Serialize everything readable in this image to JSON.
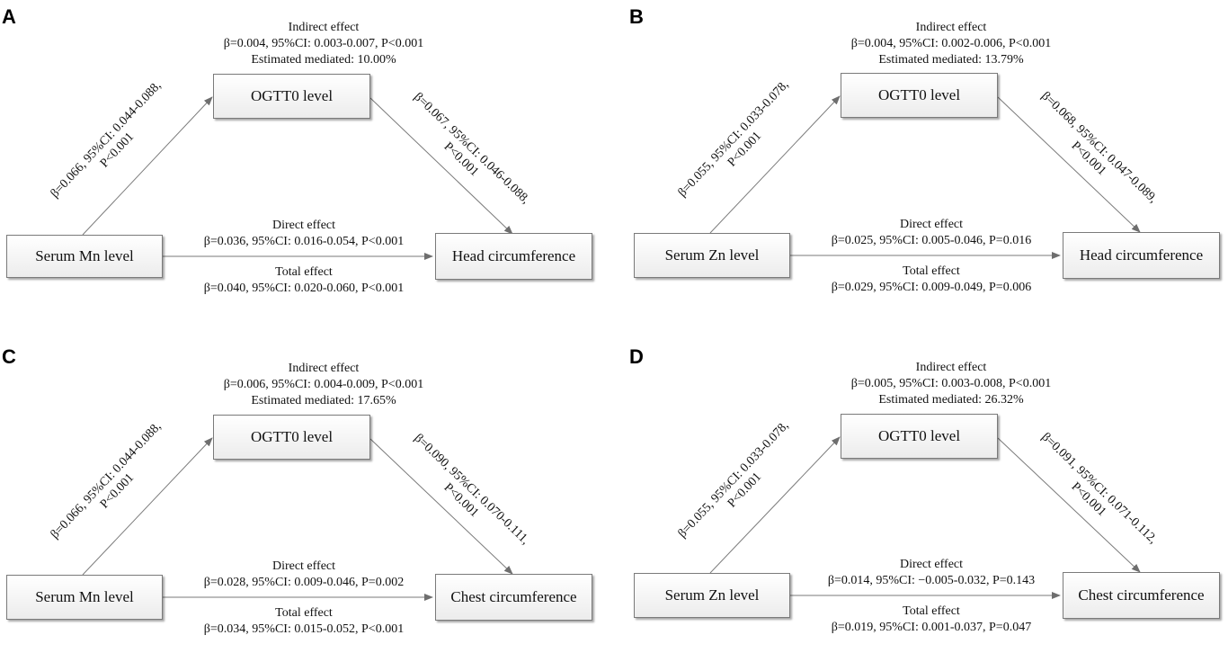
{
  "panels": [
    {
      "label": "A",
      "mediator": "OGTT0  level",
      "exposure": "Serum Mn level",
      "outcome": "Head circumference",
      "indirect_title": "Indirect effect",
      "indirect_stats": "β=0.004, 95%CI: 0.003-0.007, P<0.001",
      "estimated_mediated": "Estimated mediated: 10.00%",
      "path_a_line1": "β=0.066, 95%CI: 0.044-0.088,",
      "path_a_line2": "P<0.001",
      "path_b_line1": "β=0.067, 95%CI: 0.046-0.088,",
      "path_b_line2": "P<0.001",
      "direct_title": "Direct effect",
      "direct_stats": "β=0.036, 95%CI: 0.016-0.054, P<0.001",
      "total_title": "Total effect",
      "total_stats": "β=0.040, 95%CI: 0.020-0.060, P<0.001"
    },
    {
      "label": "B",
      "mediator": "OGTT0  level",
      "exposure": "Serum Zn level",
      "outcome": "Head circumference",
      "indirect_title": "Indirect effect",
      "indirect_stats": "β=0.004, 95%CI: 0.002-0.006, P<0.001",
      "estimated_mediated": "Estimated mediated: 13.79%",
      "path_a_line1": "β=0.055, 95%CI: 0.033-0.078,",
      "path_a_line2": "P<0.001",
      "path_b_line1": "β=0.068, 95%CI: 0.047-0.089,",
      "path_b_line2": "P<0.001",
      "direct_title": "Direct effect",
      "direct_stats": "β=0.025, 95%CI: 0.005-0.046, P=0.016",
      "total_title": "Total effect",
      "total_stats": "β=0.029, 95%CI: 0.009-0.049, P=0.006"
    },
    {
      "label": "C",
      "mediator": "OGTT0  level",
      "exposure": "Serum Mn level",
      "outcome": "Chest circumference",
      "indirect_title": "Indirect effect",
      "indirect_stats": "β=0.006, 95%CI: 0.004-0.009, P<0.001",
      "estimated_mediated": "Estimated mediated: 17.65%",
      "path_a_line1": "β=0.066, 95%CI: 0.044-0.088,",
      "path_a_line2": "P<0.001",
      "path_b_line1": "β=0.090, 95%CI: 0.070-0.111,",
      "path_b_line2": "P<0.001",
      "direct_title": "Direct effect",
      "direct_stats": "β=0.028, 95%CI: 0.009-0.046, P=0.002",
      "total_title": "Total effect",
      "total_stats": "β=0.034, 95%CI: 0.015-0.052, P<0.001"
    },
    {
      "label": "D",
      "mediator": "OGTT0  level",
      "exposure": "Serum Zn level",
      "outcome": "Chest circumference",
      "indirect_title": "Indirect effect",
      "indirect_stats": "β=0.005, 95%CI: 0.003-0.008, P<0.001",
      "estimated_mediated": "Estimated mediated: 26.32%",
      "path_a_line1": "β=0.055, 95%CI: 0.033-0.078,",
      "path_a_line2": "P<0.001",
      "path_b_line1": "β=0.091, 95%CI: 0.071-0.112,",
      "path_b_line2": "P<0.001",
      "direct_title": "Direct effect",
      "direct_stats": "β=0.014, 95%CI: −0.005-0.032, P=0.143",
      "total_title": "Total effect",
      "total_stats": "β=0.019, 95%CI: 0.001-0.037, P=0.047"
    }
  ]
}
